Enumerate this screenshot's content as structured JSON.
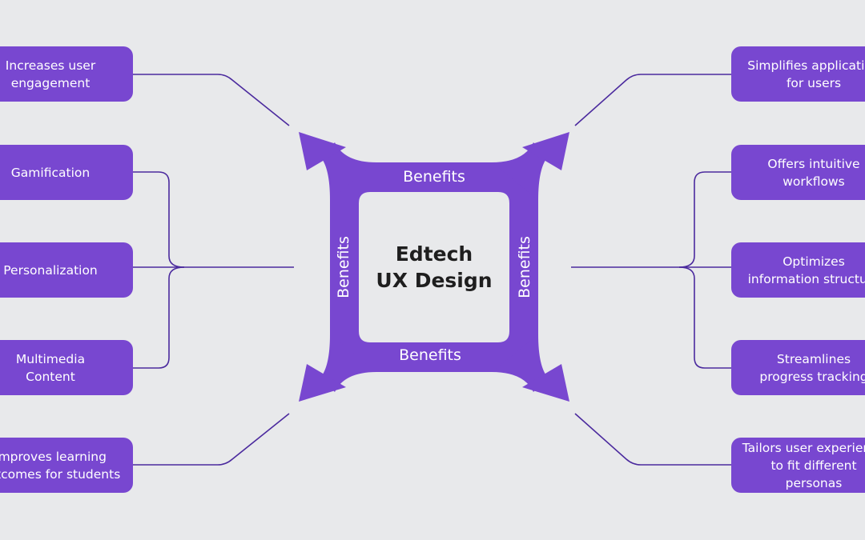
{
  "colors": {
    "accent": "#7847D0",
    "connector": "#4B2A9E",
    "background": "#E8E9EB"
  },
  "center": {
    "title": "Edtech\nUX Design",
    "labels": {
      "top": "Benefits",
      "bottom": "Benefits",
      "left": "Benefits",
      "right": "Benefits"
    }
  },
  "left_items": [
    "Increases user\nengagement",
    "Gamification",
    "Personalization",
    "Multimedia\nContent",
    "Improves learning\noutcomes for students"
  ],
  "right_items": [
    "Simplifies application\nfor users",
    "Offers intuitive\nworkflows",
    "Optimizes\ninformation structure",
    "Streamlines\nprogress tracking",
    "Tailors user experience\nto fit different\npersonas"
  ]
}
